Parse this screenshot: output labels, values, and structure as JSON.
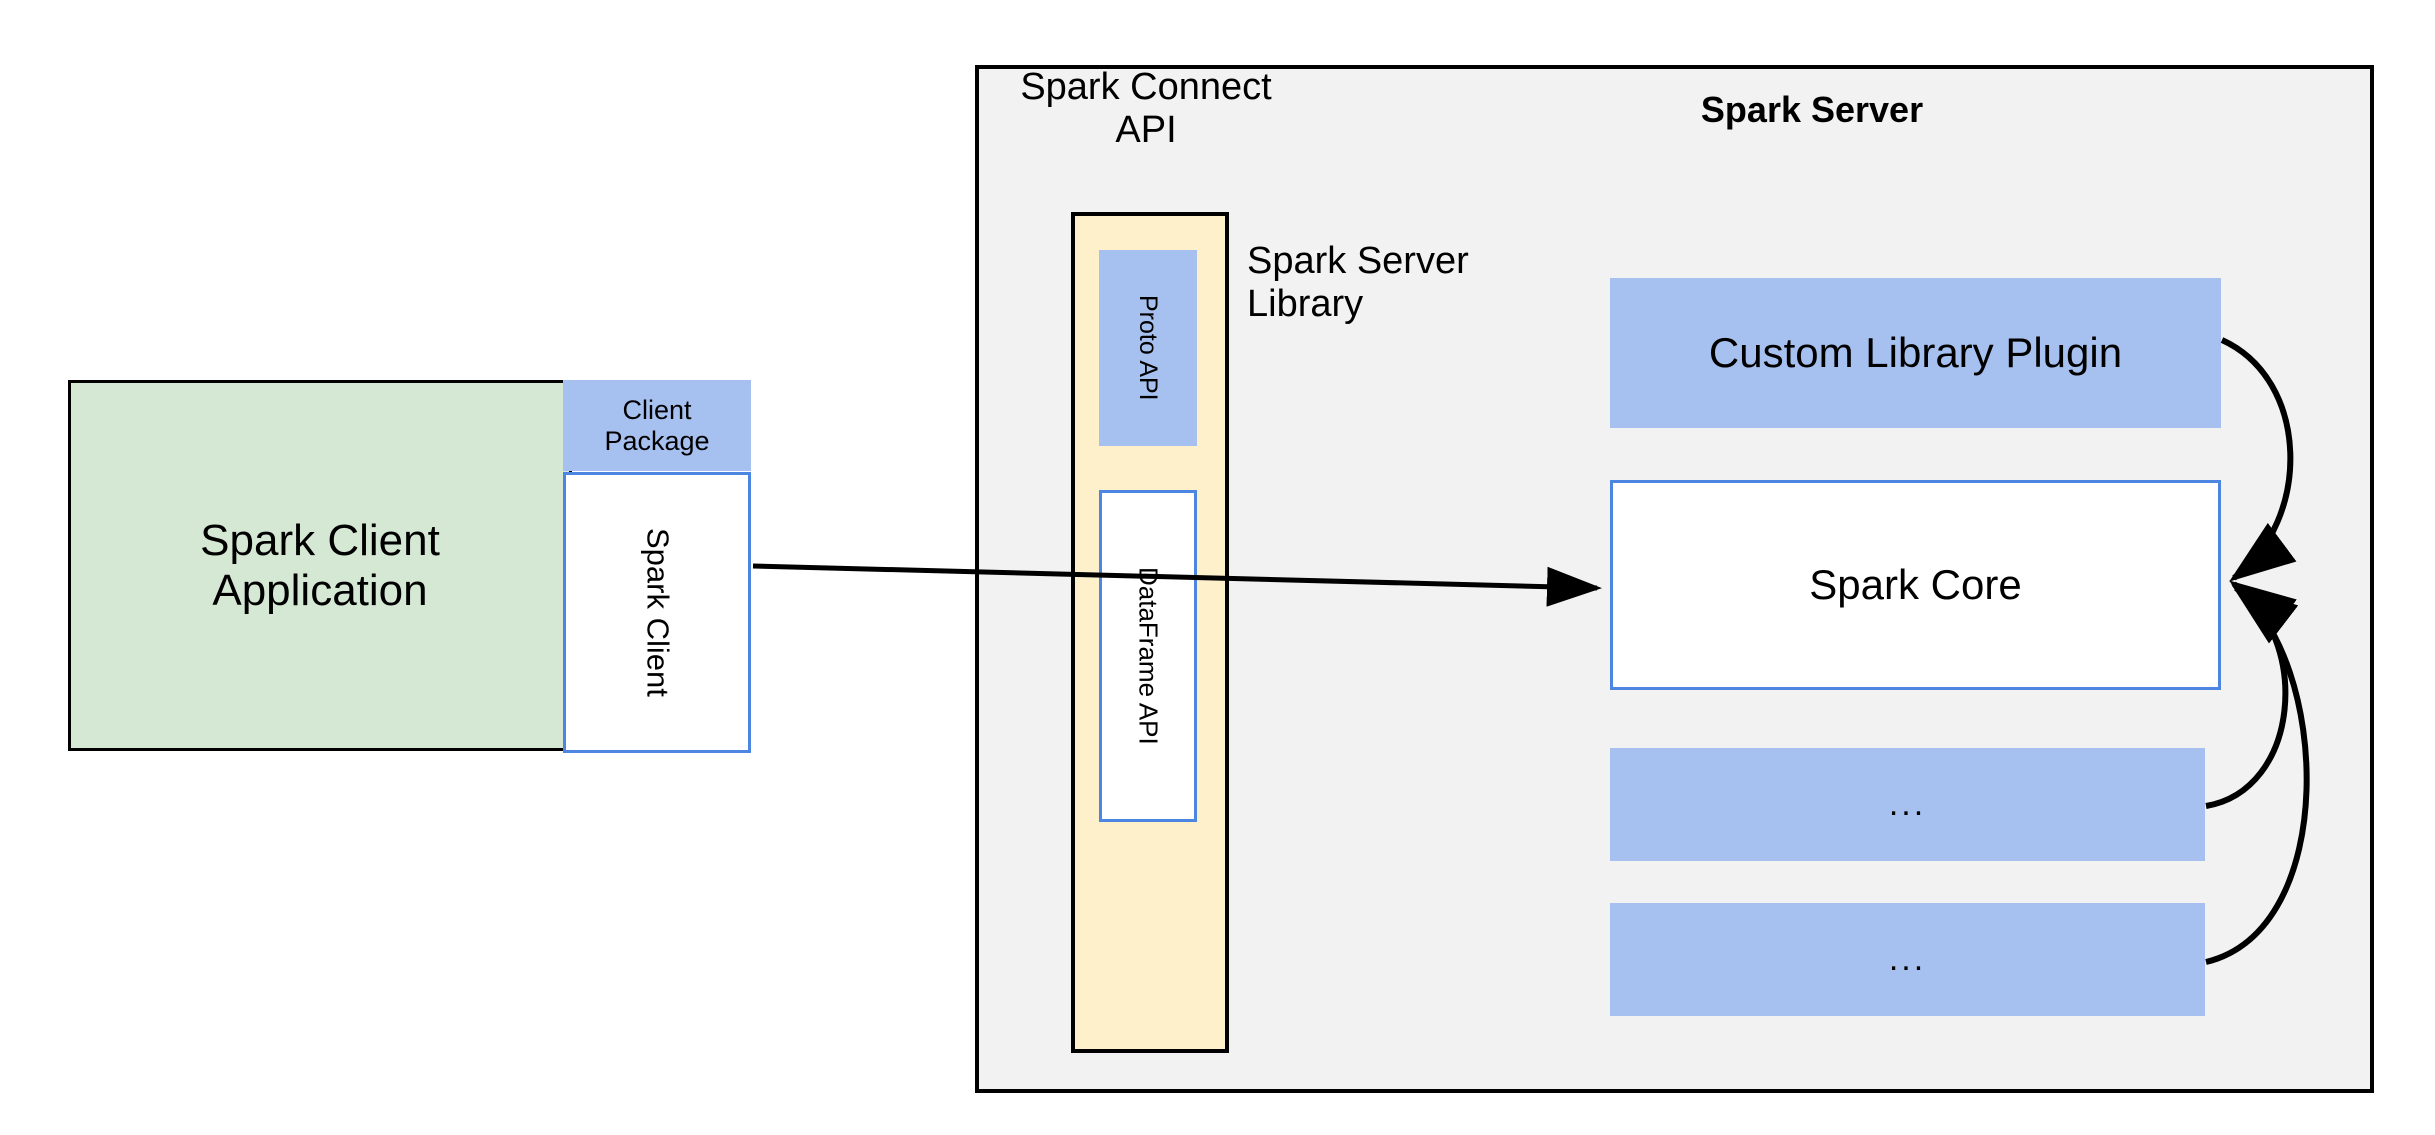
{
  "diagram": {
    "title": "Spark Connect architecture",
    "background": "#ffffff",
    "colors": {
      "green_fill": "#d5e8d4",
      "blue_fill": "#a6c1f0",
      "blue_stroke": "#4d86e0",
      "yellow_fill": "#fff0cc",
      "panel_fill": "#f2f2f2",
      "stroke_black": "#000000"
    }
  },
  "client": {
    "application_label": "Spark Client\nApplication",
    "package_label": "Client\nPackage",
    "client_label": "Spark Client"
  },
  "server": {
    "title": "Spark Server",
    "connect_api_label": "Spark Connect\nAPI",
    "server_library_label": "Spark Server\nLibrary",
    "proto_api_label": "Proto API",
    "dataframe_api_label": "DataFrame API",
    "components": [
      {
        "label": "Custom Library Plugin"
      },
      {
        "label": "Spark Core"
      },
      {
        "label": "..."
      },
      {
        "label": "..."
      }
    ]
  },
  "connectors": [
    {
      "name": "client-to-core",
      "from": "Spark Client",
      "to": "Spark Core",
      "style": "straight-arrow"
    },
    {
      "name": "plugin-to-core",
      "from": "Custom Library Plugin",
      "to": "Spark Core",
      "style": "curved-arrow"
    },
    {
      "name": "ellipsis1-to-core",
      "from": "...",
      "to": "Spark Core",
      "style": "curved-arrow"
    },
    {
      "name": "ellipsis2-to-core",
      "from": "...",
      "to": "Spark Core",
      "style": "curved-arrow"
    }
  ]
}
